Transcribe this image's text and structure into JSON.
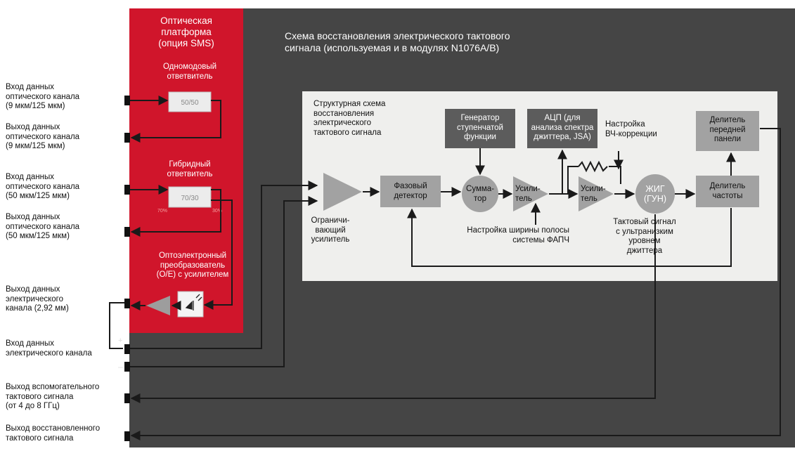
{
  "colors": {
    "dark_bg": "#454545",
    "red": "#d0152b",
    "inner_bg": "#efefed",
    "block": "#a2a2a2",
    "dark_block": "#5c5c5c",
    "line": "#1a1a1a"
  },
  "left_ports": [
    {
      "lines": [
        "Вход данных",
        "оптического канала",
        "(9 мкм/125 мкм)"
      ]
    },
    {
      "lines": [
        "Выход данных",
        "оптического канала",
        "(9 мкм/125 мкм)"
      ]
    },
    {
      "lines": [
        "Вход данных",
        "оптического канала",
        "(50 мкм/125 мкм)"
      ]
    },
    {
      "lines": [
        "Выход данных",
        "оптического канала",
        "(50 мкм/125 мкм)"
      ]
    },
    {
      "lines": [
        "Выход данных",
        "электрического",
        "канала (2,92 мм)"
      ]
    },
    {
      "lines": [
        "Вход данных",
        "электрического канала"
      ]
    },
    {
      "lines": [
        "Выход вспомогательного",
        "тактового сигнала",
        "(от 4 до 8 ГГц)"
      ]
    },
    {
      "lines": [
        "Выход восстановленного",
        "тактового сигнала"
      ]
    }
  ],
  "red_panel": {
    "title": [
      "Оптическая",
      "платформа",
      "(опция SMS)"
    ],
    "single_mode_coupler": [
      "Одномодовый",
      "ответвитель"
    ],
    "ratio_1": "50/50",
    "hybrid_coupler": [
      "Гибридный",
      "ответвитель"
    ],
    "ratio_2": "70/30",
    "pct_70": "70%",
    "pct_30": "30%",
    "oe_converter": [
      "Оптоэлектронный",
      "преобразователь",
      "(O/E) с усилителем"
    ]
  },
  "plus_sign": "+",
  "minus_sign": "–",
  "scheme_title": [
    "Схема восстановления электрического тактового",
    "сигнала (используемая и в модулях N1076A/B)"
  ],
  "block_diagram": {
    "caption": [
      "Структурная схема",
      "восстановления",
      "электрического",
      "тактового сигнала"
    ],
    "limiting_amp": [
      "Ограничи-",
      "вающий",
      "усилитель"
    ],
    "phase_detector": [
      "Фазовый",
      "детектор"
    ],
    "step_generator": [
      "Генератор",
      "ступенчатой",
      "функции"
    ],
    "summator": [
      "Сумма-",
      "тор"
    ],
    "amp1": [
      "Усили-",
      "тель"
    ],
    "pll_bw": [
      "Настройка ширины полосы",
      "системы ФАПЧ"
    ],
    "adc": [
      "АЦП (для",
      "анализа спектра",
      "джиттера, JSA)"
    ],
    "hf_correction": [
      "Настройка",
      "ВЧ-коррекции"
    ],
    "amp2": [
      "Усили-",
      "тель"
    ],
    "yig": [
      "ЖИГ",
      "(ГУН)"
    ],
    "clock_signal": [
      "Тактовый сигнал",
      "с ультранизким",
      "уровнем",
      "джиттера"
    ],
    "front_divider": [
      "Делитель",
      "передней",
      "панели"
    ],
    "freq_divider": [
      "Делитель",
      "частоты"
    ]
  }
}
